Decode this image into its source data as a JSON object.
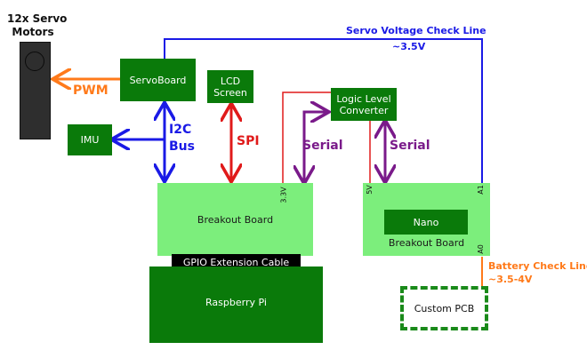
{
  "servo_motors": {
    "title_line1": "12x Servo",
    "title_line2": "Motors"
  },
  "servoboard": {
    "label": "ServoBoard"
  },
  "lcd": {
    "line1": "LCD",
    "line2": "Screen"
  },
  "logic": {
    "line1": "Logic Level",
    "line2": "Converter"
  },
  "imu": {
    "label": "IMU"
  },
  "breakout_left": {
    "label": "Breakout Board",
    "pin_3v3": "3.3V"
  },
  "breakout_right": {
    "label": "Breakout Board",
    "pin_5v": "5V",
    "pin_a1": "A1",
    "pin_a0": "A0"
  },
  "nano": {
    "label": "Nano"
  },
  "gpio_cable": {
    "label": "GPIO Extension Cable"
  },
  "raspberry": {
    "label": "Raspberry Pi"
  },
  "custom_pcb": {
    "label": "Custom PCB"
  },
  "connections": {
    "pwm": "PWM",
    "i2c_line1": "I2C",
    "i2c_line2": "Bus",
    "spi": "SPI",
    "serial_left": "Serial",
    "serial_right": "Serial",
    "servo_voltage_title": "Servo Voltage Check Line",
    "servo_voltage_value": "~3.5V",
    "battery_title": "Battery Check Line",
    "battery_value": "~3.5-4V"
  },
  "colors": {
    "dark_green": "#0a7a0a",
    "light_green": "#7cee7c",
    "blue": "#1a1ae6",
    "red": "#e01a1a",
    "purple": "#7a1a8a",
    "orange": "#ff7a1a"
  }
}
